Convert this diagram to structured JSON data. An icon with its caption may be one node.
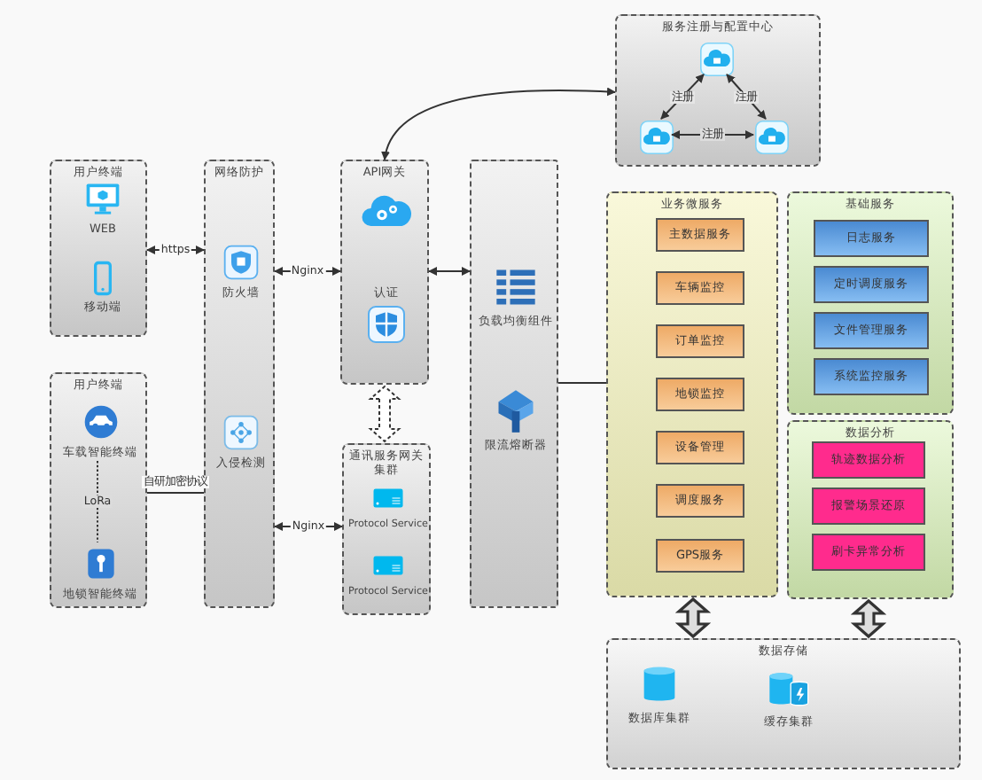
{
  "diagram": {
    "nodes": [
      {
        "text": [
          "用户终端"
        ]
      },
      {
        "text": [
          "WEB"
        ],
        "in": 0
      },
      {
        "text": [
          "移动端"
        ],
        "in": 0
      },
      {
        "text": [
          "用户终端"
        ]
      },
      {
        "text": [
          "车载智能终端"
        ],
        "in": 3
      },
      {
        "text": [
          "地锁智能终端"
        ],
        "in": 3
      },
      {
        "text": [
          "网络防护"
        ]
      },
      {
        "text": [
          "防火墙"
        ],
        "in": 6
      },
      {
        "text": [
          "入侵检测"
        ],
        "in": 6
      },
      {
        "text": [
          "API网关"
        ]
      },
      {
        "text": [
          "认证"
        ],
        "in": 9
      },
      {
        "text": [
          "通讯服务网关集群"
        ]
      },
      {
        "text": [
          "Protocol Service"
        ],
        "in": 11
      },
      {
        "text": [
          "Protocol Service"
        ],
        "in": 11
      },
      {
        "text": [],
        "shape": "box"
      },
      {
        "text": [
          "负载均衡组件"
        ],
        "in": 14
      },
      {
        "text": [
          "限流熔断器"
        ],
        "in": 14
      },
      {
        "text": [
          "服务注册与配置中心"
        ]
      },
      {
        "text": [],
        "shape": "cloud",
        "in": 17
      },
      {
        "text": [],
        "shape": "cloud",
        "in": 17
      },
      {
        "text": [],
        "shape": "cloud",
        "in": 17
      },
      {
        "text": [
          "业务微服务"
        ]
      },
      {
        "text": [
          "主数据服务"
        ],
        "in": 21
      },
      {
        "text": [
          "车辆监控"
        ],
        "in": 21
      },
      {
        "text": [
          "订单监控"
        ],
        "in": 21
      },
      {
        "text": [
          "地锁监控"
        ],
        "in": 21
      },
      {
        "text": [
          "设备管理"
        ],
        "in": 21
      },
      {
        "text": [
          "调度服务"
        ],
        "in": 21
      },
      {
        "text": [
          "GPS服务"
        ],
        "in": 21
      },
      {
        "text": [
          "基础服务"
        ]
      },
      {
        "text": [
          "日志服务"
        ],
        "in": 29
      },
      {
        "text": [
          "定时调度服务"
        ],
        "in": 29
      },
      {
        "text": [
          "文件管理服务"
        ],
        "in": 29
      },
      {
        "text": [
          "系统监控服务"
        ],
        "in": 29
      },
      {
        "text": [
          "数据分析"
        ]
      },
      {
        "text": [
          "轨迹数据分析"
        ],
        "in": 34
      },
      {
        "text": [
          "报警场景还原"
        ],
        "in": 34
      },
      {
        "text": [
          "刷卡异常分析"
        ],
        "in": 34
      },
      {
        "text": [
          "数据存储"
        ]
      },
      {
        "text": [
          "数据库集群"
        ],
        "in": 38
      },
      {
        "text": [
          "缓存集群"
        ],
        "in": 38
      }
    ],
    "edges": [
      {
        "from": 0,
        "to": 6,
        "arrow": "both",
        "label": "https"
      },
      {
        "from": 3,
        "to": 6,
        "arrow": "none",
        "label": "自研加密协议"
      },
      {
        "from": 6,
        "to": 9,
        "arrow": "both",
        "label": "Nginx"
      },
      {
        "from": 6,
        "to": 11,
        "arrow": "both",
        "label": "Nginx"
      },
      {
        "from": 9,
        "to": 14,
        "arrow": "both"
      },
      {
        "from": 9,
        "to": 17,
        "arrow": "both"
      },
      {
        "from": 9,
        "to": 11,
        "arrow": "both",
        "style": "dashed"
      },
      {
        "from": 14,
        "to": 21,
        "arrow": "none"
      },
      {
        "from": 21,
        "to": 38,
        "arrow": "both",
        "style": "thick"
      },
      {
        "from": 34,
        "to": 38,
        "arrow": "both",
        "style": "thick"
      },
      {
        "from": 18,
        "to": 19,
        "arrow": "both",
        "label": "注册"
      },
      {
        "from": 18,
        "to": 20,
        "arrow": "both",
        "label": "注册"
      },
      {
        "from": 19,
        "to": 20,
        "arrow": "both",
        "label": "注册"
      },
      {
        "from": 4,
        "to": 5,
        "arrow": "none",
        "style": "dashed",
        "label": "LoRa"
      }
    ]
  }
}
